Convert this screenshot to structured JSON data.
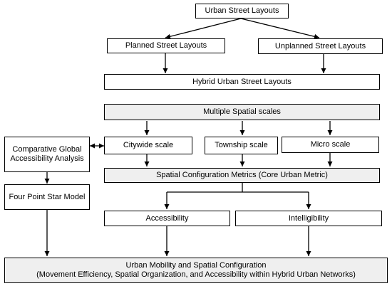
{
  "nodes": {
    "root": "Urban Street Layouts",
    "planned": "Planned Street Layouts",
    "unplanned": "Unplanned Street Layouts",
    "hybrid": "Hybrid Urban Street Layouts",
    "multiple": "Multiple Spatial scales",
    "citywide": "Citywide scale",
    "township": "Township scale",
    "micro": "Micro scale",
    "metrics": "Spatial Configuration Metrics (Core Urban Metric)",
    "comparative": "Comparative Global Accessibility Analysis",
    "fourpoint": "Four Point Star Model",
    "accessibility": "Accessibility",
    "intelligibility": "Intelligibility",
    "outcome_line1": "Urban Mobility and Spatial Configuration",
    "outcome_line2": "(Movement Efficiency, Spatial Organization, and Accessibility within Hybrid Urban Networks)"
  },
  "colors": {
    "shaded_fill": "#efefef",
    "line": "#000000"
  }
}
